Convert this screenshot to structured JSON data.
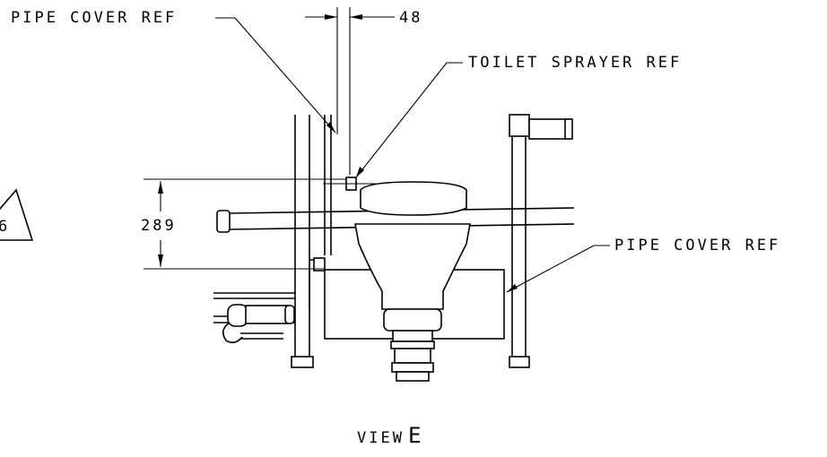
{
  "labels": {
    "pipe_cover_ref_top": "PIPE COVER REF",
    "dimension_48": "48",
    "toilet_sprayer_ref": "TOILET SPRAYER REF",
    "dimension_289": "289",
    "pipe_cover_ref_right": "PIPE COVER REF",
    "revision_mark": "6",
    "view_prefix": "VIEW",
    "view_letter": "E"
  }
}
